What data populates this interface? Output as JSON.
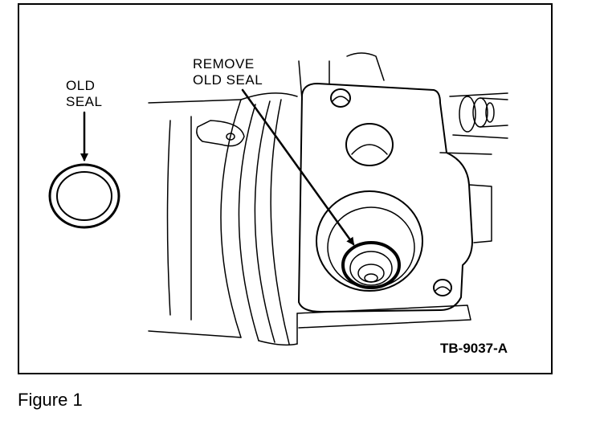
{
  "figure": {
    "old_seal_label": [
      "OLD",
      "SEAL"
    ],
    "remove_label": [
      "REMOVE",
      "OLD SEAL"
    ],
    "code": "TB-9037-A",
    "caption": "Figure 1"
  },
  "colors": {
    "line": "#000000",
    "background": "#ffffff"
  }
}
